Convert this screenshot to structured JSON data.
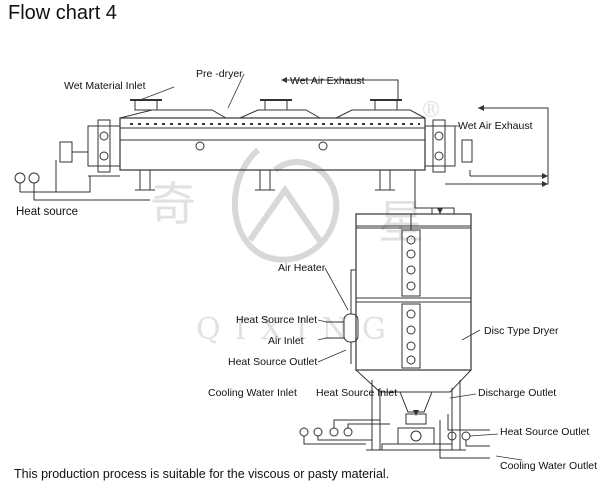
{
  "title": "Flow chart 4",
  "footnote": "This production process is suitable for the viscous or pasty material.",
  "labels": {
    "wet_material_inlet": "Wet Material Inlet",
    "pre_dryer": "Pre -dryer",
    "wet_air_exhaust_top": "Wet Air Exhaust",
    "wet_air_exhaust_right": "Wet Air Exhaust",
    "heat_source_left": "Heat source",
    "air_heater": "Air Heater",
    "heat_source_inlet_mid": "Heat Source Inlet",
    "air_inlet": "Air Inlet",
    "heat_source_outlet_mid": "Heat Source Outlet",
    "disc_type_dryer": "Disc Type Dryer",
    "cooling_water_inlet": "Cooling Water Inlet",
    "heat_source_inlet_bottom": "Heat Source Inlet",
    "discharge_outlet": "Discharge Outlet",
    "heat_source_outlet_right": "Heat Source Outlet",
    "cooling_water_outlet": "Cooling Water Outlet"
  },
  "watermark": {
    "left_char": "奇",
    "right_char": "星",
    "brand": "QIXING",
    "mark": "®"
  },
  "colors": {
    "line": "#333333",
    "text": "#111111",
    "watermark": "#cccccc"
  }
}
